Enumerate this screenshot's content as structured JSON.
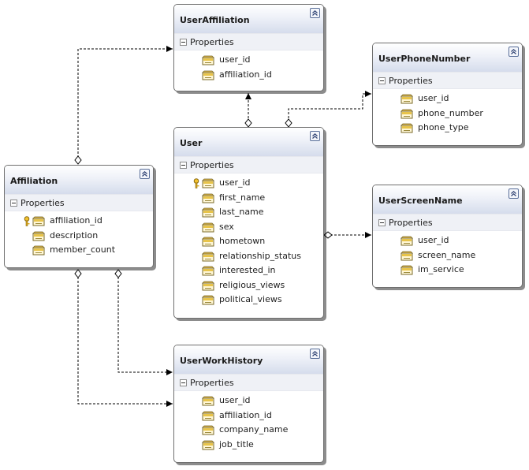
{
  "section_label": "Properties",
  "entities": {
    "user_affiliation": {
      "title": "UserAffiliation",
      "properties": [
        {
          "name": "user_id",
          "key": false
        },
        {
          "name": "affiliation_id",
          "key": false
        }
      ]
    },
    "user_phone_number": {
      "title": "UserPhoneNumber",
      "properties": [
        {
          "name": "user_id",
          "key": false
        },
        {
          "name": "phone_number",
          "key": false
        },
        {
          "name": "phone_type",
          "key": false
        }
      ]
    },
    "user": {
      "title": "User",
      "properties": [
        {
          "name": "user_id",
          "key": true
        },
        {
          "name": "first_name",
          "key": false
        },
        {
          "name": "last_name",
          "key": false
        },
        {
          "name": "sex",
          "key": false
        },
        {
          "name": "hometown",
          "key": false
        },
        {
          "name": "relationship_status",
          "key": false
        },
        {
          "name": "interested_in",
          "key": false
        },
        {
          "name": "religious_views",
          "key": false
        },
        {
          "name": "political_views",
          "key": false
        }
      ]
    },
    "affiliation": {
      "title": "Affiliation",
      "properties": [
        {
          "name": "affiliation_id",
          "key": true
        },
        {
          "name": "description",
          "key": false
        },
        {
          "name": "member_count",
          "key": false
        }
      ]
    },
    "user_screen_name": {
      "title": "UserScreenName",
      "properties": [
        {
          "name": "user_id",
          "key": false
        },
        {
          "name": "screen_name",
          "key": false
        },
        {
          "name": "im_service",
          "key": false
        }
      ]
    },
    "user_work_history": {
      "title": "UserWorkHistory",
      "properties": [
        {
          "name": "user_id",
          "key": false
        },
        {
          "name": "affiliation_id",
          "key": false
        },
        {
          "name": "company_name",
          "key": false
        },
        {
          "name": "job_title",
          "key": false
        }
      ]
    }
  },
  "colors": {
    "header_gradient_end": "#d5dcec",
    "border": "#6f6f6f",
    "section_bg": "#eff1f6",
    "connector": "#000000"
  }
}
